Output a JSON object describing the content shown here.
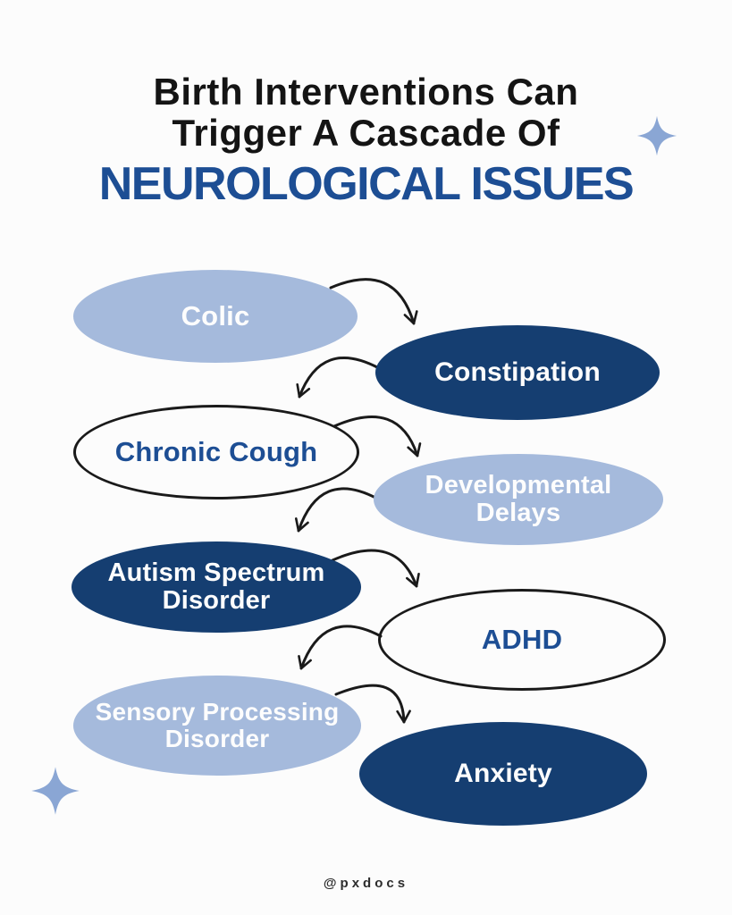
{
  "title": {
    "line1": "Birth Interventions Can",
    "line2": "Trigger A Cascade Of",
    "line3": "NEUROLOGICAL ISSUES"
  },
  "colors": {
    "background": "#fcfcfc",
    "ink": "#1a1a1a",
    "title_black": "#141414",
    "title_accent": "#1d4e94",
    "navy_fill": "#153e71",
    "light_blue_fill": "#a5badc",
    "label_white": "#fdfdfd",
    "label_navy": "#1d4e94",
    "sparkle_blue": "#8aa6d4",
    "watermark_ink": "#2d2d2d"
  },
  "diagram": {
    "nodes": [
      {
        "id": "colic",
        "label": "Colic",
        "style": "light"
      },
      {
        "id": "constipation",
        "label": "Constipation",
        "style": "navy"
      },
      {
        "id": "chronic-cough",
        "label": "Chronic Cough",
        "style": "outline"
      },
      {
        "id": "developmental-delays",
        "label": "Developmental\nDelays",
        "style": "light"
      },
      {
        "id": "autism-spectrum-disorder",
        "label": "Autism Spectrum\nDisorder",
        "style": "navy"
      },
      {
        "id": "adhd",
        "label": "ADHD",
        "style": "outline"
      },
      {
        "id": "sensory-processing-disorder",
        "label": "Sensory Processing\nDisorder",
        "style": "light"
      },
      {
        "id": "anxiety",
        "label": "Anxiety",
        "style": "navy"
      }
    ],
    "connections": [
      {
        "from": "Colic",
        "to": "Constipation"
      },
      {
        "from": "Constipation",
        "to": "Chronic Cough"
      },
      {
        "from": "Chronic Cough",
        "to": "Developmental Delays"
      },
      {
        "from": "Developmental Delays",
        "to": "Autism Spectrum Disorder"
      },
      {
        "from": "Autism Spectrum Disorder",
        "to": "ADHD"
      },
      {
        "from": "ADHD",
        "to": "Sensory Processing Disorder"
      },
      {
        "from": "Sensory Processing Disorder",
        "to": "Anxiety"
      }
    ]
  },
  "footer": {
    "watermark": "@pxdocs"
  }
}
